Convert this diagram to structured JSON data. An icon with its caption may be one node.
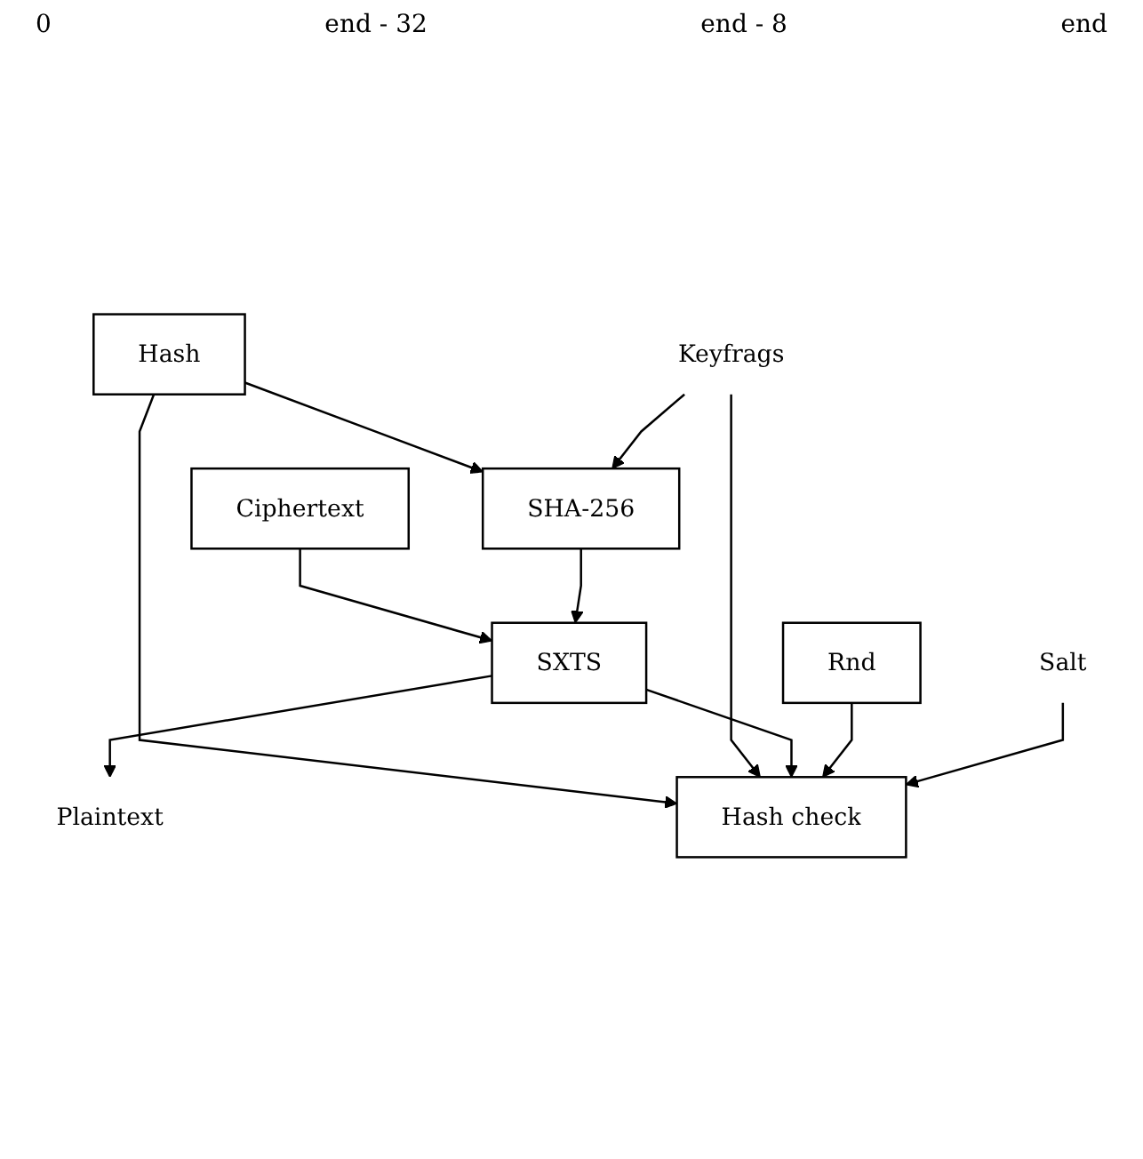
{
  "diagram": {
    "nodes": [
      {
        "text": [
          "Ciphertext"
        ]
      },
      {
        "text": [
          "Hash"
        ]
      },
      {
        "text": [
          "Rnd"
        ]
      },
      {
        "text": [
          "SHA-256"
        ]
      },
      {
        "text": [
          "Keyfrags"
        ]
      },
      {
        "text": [
          "SXTS"
        ]
      },
      {
        "text": [
          "Hash check"
        ]
      },
      {
        "text": [
          "Plaintext"
        ]
      },
      {
        "text": [
          "Salt"
        ]
      }
    ],
    "edges": [
      {
        "from": 0,
        "to": 5,
        "arrow": "to"
      },
      {
        "from": 1,
        "to": 3,
        "arrow": "to"
      },
      {
        "from": 1,
        "to": 6,
        "arrow": "to"
      },
      {
        "from": 4,
        "to": 3,
        "arrow": "to"
      },
      {
        "from": 4,
        "to": 6,
        "arrow": "to"
      },
      {
        "from": 3,
        "to": 5,
        "arrow": "to"
      },
      {
        "from": 5,
        "to": 7,
        "arrow": "to"
      },
      {
        "from": 5,
        "to": 6,
        "arrow": "to"
      },
      {
        "from": 2,
        "to": 6,
        "arrow": "to"
      },
      {
        "from": 8,
        "to": 6,
        "arrow": "to"
      }
    ],
    "labels": [
      "0",
      "end - 32",
      "end - 8",
      "end"
    ]
  }
}
